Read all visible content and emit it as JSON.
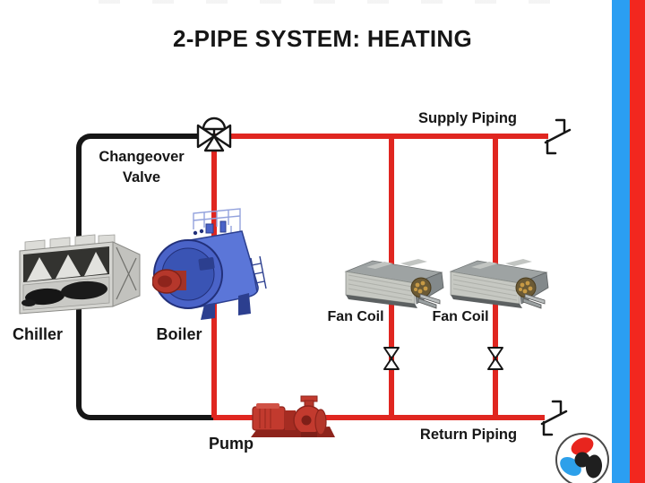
{
  "title": "2-PIPE SYSTEM: HEATING",
  "labels": {
    "changeover_valve_line1": "Changeover",
    "changeover_valve_line2": "Valve",
    "supply_piping": "Supply Piping",
    "return_piping": "Return Piping",
    "chiller": "Chiller",
    "boiler": "Boiler",
    "pump": "Pump",
    "fan_coil_left": "Fan Coil",
    "fan_coil_right": "Fan Coil"
  },
  "colors": {
    "pipe_active": "#e02620",
    "pipe_inactive": "#161616",
    "bar_blue": "#2b9ef2",
    "bar_red": "#f2271f",
    "text": "#161616",
    "boiler_blue": "#5b76d8",
    "pump_red": "#c23a2e",
    "equipment_gray": "#d4d4d0",
    "coil_gold": "#c79a45",
    "logo_red": "#e8251e",
    "logo_blue": "#2da0ea",
    "logo_black": "#1f1f1f"
  }
}
